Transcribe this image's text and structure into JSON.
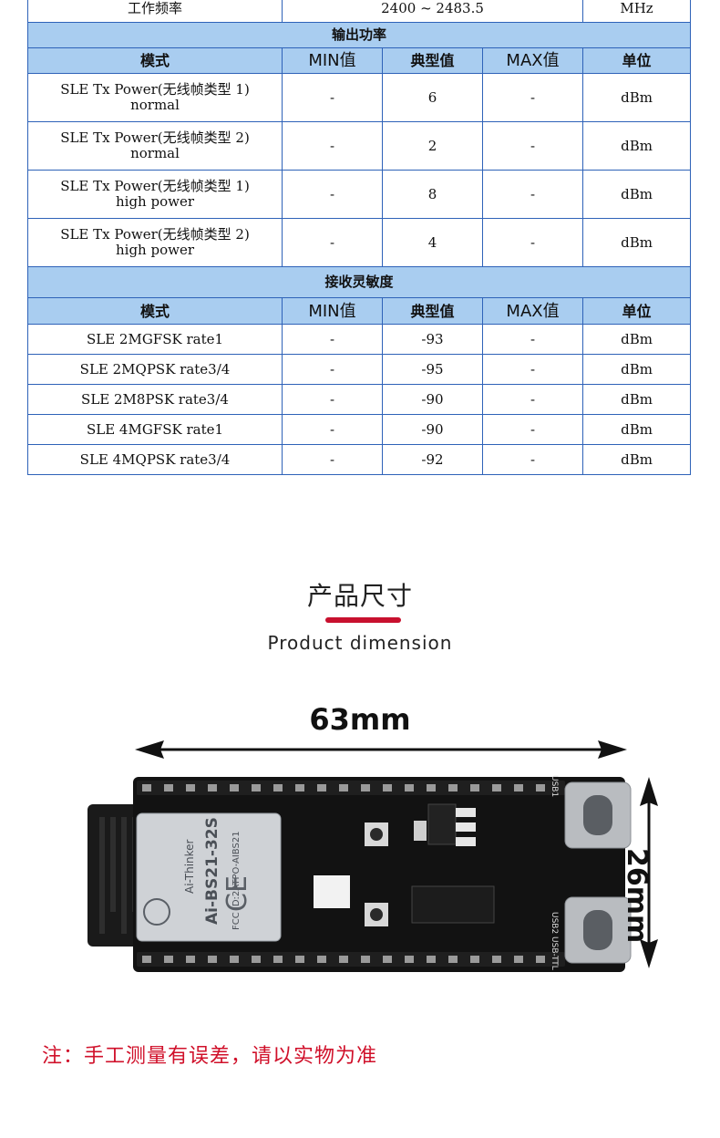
{
  "table": {
    "top_row": {
      "cells": [
        "工作频率",
        "2400 ~ 2483.5",
        "",
        "",
        "MHz"
      ]
    },
    "output_power": {
      "section_title": "输出功率",
      "headers": [
        "模式",
        "MIN值",
        "典型值",
        "MAX值",
        "单位"
      ],
      "rows": [
        {
          "mode_line1": "SLE Tx Power(无线帧类型 1)",
          "mode_line2": "normal",
          "min": "-",
          "typ": "6",
          "max": "-",
          "unit": "dBm"
        },
        {
          "mode_line1": "SLE Tx Power(无线帧类型 2)",
          "mode_line2": "normal",
          "min": "-",
          "typ": "2",
          "max": "-",
          "unit": "dBm"
        },
        {
          "mode_line1": "SLE Tx Power(无线帧类型 1)",
          "mode_line2": "high power",
          "min": "-",
          "typ": "8",
          "max": "-",
          "unit": "dBm"
        },
        {
          "mode_line1": "SLE Tx Power(无线帧类型 2)",
          "mode_line2": "high power",
          "min": "-",
          "typ": "4",
          "max": "-",
          "unit": "dBm"
        }
      ]
    },
    "rx_sensitivity": {
      "section_title": "接收灵敏度",
      "headers": [
        "模式",
        "MIN值",
        "典型值",
        "MAX值",
        "单位"
      ],
      "rows": [
        {
          "mode": "SLE 2MGFSK rate1",
          "min": "-",
          "typ": "-93",
          "max": "-",
          "unit": "dBm"
        },
        {
          "mode": "SLE 2MQPSK rate3/4",
          "min": "-",
          "typ": "-95",
          "max": "-",
          "unit": "dBm"
        },
        {
          "mode": "SLE 2M8PSK rate3/4",
          "min": "-",
          "typ": "-90",
          "max": "-",
          "unit": "dBm"
        },
        {
          "mode": "SLE 4MGFSK rate1",
          "min": "-",
          "typ": "-90",
          "max": "-",
          "unit": "dBm"
        },
        {
          "mode": "SLE 4MQPSK rate3/4",
          "min": "-",
          "typ": "-92",
          "max": "-",
          "unit": "dBm"
        }
      ]
    }
  },
  "dimension": {
    "title": "产品尺寸",
    "subtitle": "Product dimension",
    "width_label": "63mm",
    "height_label": "26mm",
    "module": {
      "brand": "Ai-Thinker",
      "model": "Ai-BS21-32S",
      "fcc": "FCC ID:2ATPO-AIBS21",
      "usb1": "USB1",
      "usb2": "USB2 USB-TTL"
    },
    "colors": {
      "accent_bar": "#c8102e",
      "note": "#d0102a",
      "table_header": "#a9cdf0",
      "table_border": "#2e62b8"
    }
  },
  "note": "注：手工测量有误差，请以实物为准"
}
